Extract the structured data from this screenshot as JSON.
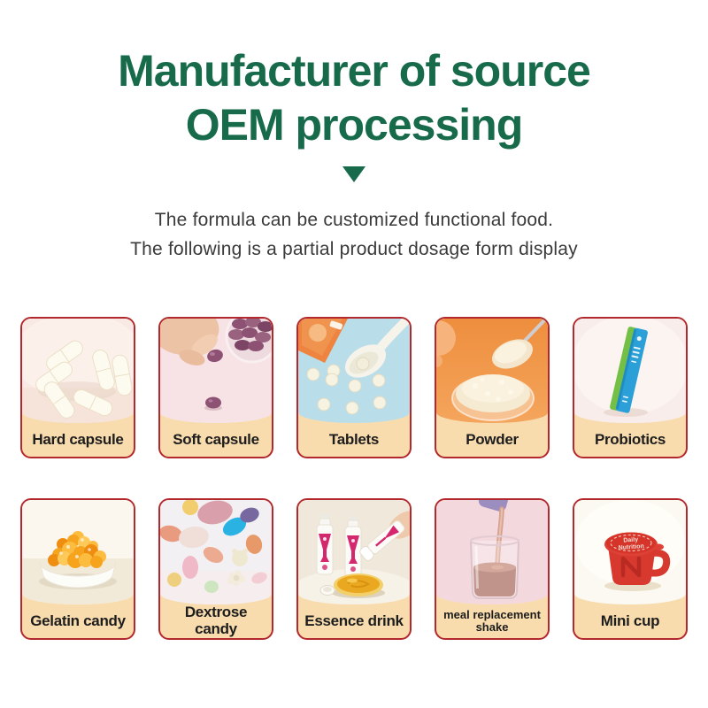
{
  "colors": {
    "green": "#176b4b",
    "red": "#b2282c",
    "tan": "#f8dcae"
  },
  "header": {
    "title_line1": "Manufacturer of source",
    "title_line2": "OEM processing",
    "subtitle_line1": "The formula can be customized functional food.",
    "subtitle_line2": "The following is a partial product dosage form display"
  },
  "cards": [
    {
      "label": "Hard capsule",
      "photo": "hard-capsule-photo"
    },
    {
      "label": "Soft capsule",
      "photo": "soft-capsule-photo"
    },
    {
      "label": "Tablets",
      "photo": "tablets-photo"
    },
    {
      "label": "Powder",
      "photo": "powder-photo"
    },
    {
      "label": "Probiotics",
      "photo": "probiotics-photo"
    },
    {
      "label": "Gelatin candy",
      "photo": "gelatin-candy-photo"
    },
    {
      "label": "Dextrose candy",
      "photo": "dextrose-candy-photo"
    },
    {
      "label": "Essence drink",
      "photo": "essence-drink-photo"
    },
    {
      "label": "meal replacement shake",
      "photo": "meal-replacement-shake-photo"
    },
    {
      "label": "Mini cup",
      "photo": "mini-cup-photo",
      "cup_line1": "Daily",
      "cup_line2": "Nutrition"
    }
  ]
}
